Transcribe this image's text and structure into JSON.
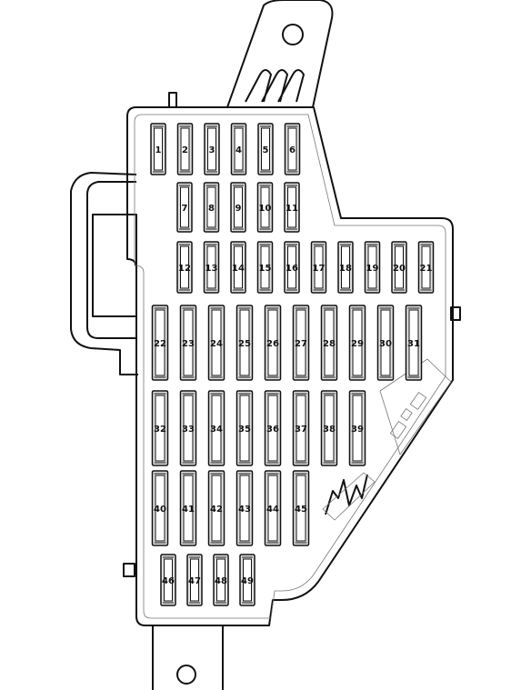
{
  "fuse_labels": [
    "1",
    "2",
    "3",
    "4",
    "5",
    "6",
    "7",
    "8",
    "9",
    "10",
    "11",
    "12",
    "13",
    "14",
    "15",
    "16",
    "17",
    "18",
    "19",
    "20",
    "21",
    "22",
    "23",
    "24",
    "25",
    "26",
    "27",
    "28",
    "29",
    "30",
    "31",
    "32",
    "33",
    "34",
    "35",
    "36",
    "37",
    "38",
    "39",
    "40",
    "41",
    "42",
    "43",
    "44",
    "45",
    "46",
    "47",
    "48",
    "49"
  ]
}
